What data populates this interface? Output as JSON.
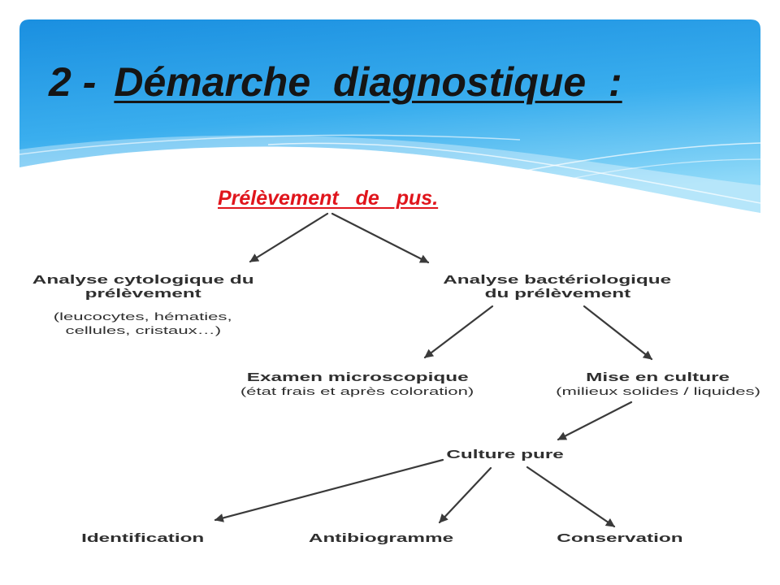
{
  "theme": {
    "header_top": "#1a8fe0",
    "header_mid": "#3aaeee",
    "header_bottom": "#8fd9f8",
    "title": "#151515",
    "subtitle": "#e0151c",
    "diagram_text": "#2f2f2f",
    "arrow": "#3a3a3a"
  },
  "slide": {
    "title": {
      "number": "2 -",
      "text": "Démarche diagnostique :"
    },
    "subtitle": "Prélèvement de pus."
  },
  "diagram": {
    "cytology": {
      "title_lines": [
        "Analyse cytologique du",
        "prélèvement"
      ],
      "detail_lines": [
        "(leucocytes, hématies,",
        "cellules, cristaux…)"
      ]
    },
    "bacteriology": {
      "title_lines": [
        "Analyse bactériologique",
        "du prélèvement"
      ]
    },
    "microscopy": {
      "title": "Examen microscopique",
      "detail": "(état frais et après coloration)"
    },
    "culture": {
      "title": "Mise en culture",
      "detail": "(milieux solides / liquides)"
    },
    "pure_culture": {
      "title": "Culture pure"
    },
    "identification": {
      "title": "Identification"
    },
    "antibiogram": {
      "title": "Antibiogramme"
    },
    "conservation": {
      "title": "Conservation"
    }
  }
}
